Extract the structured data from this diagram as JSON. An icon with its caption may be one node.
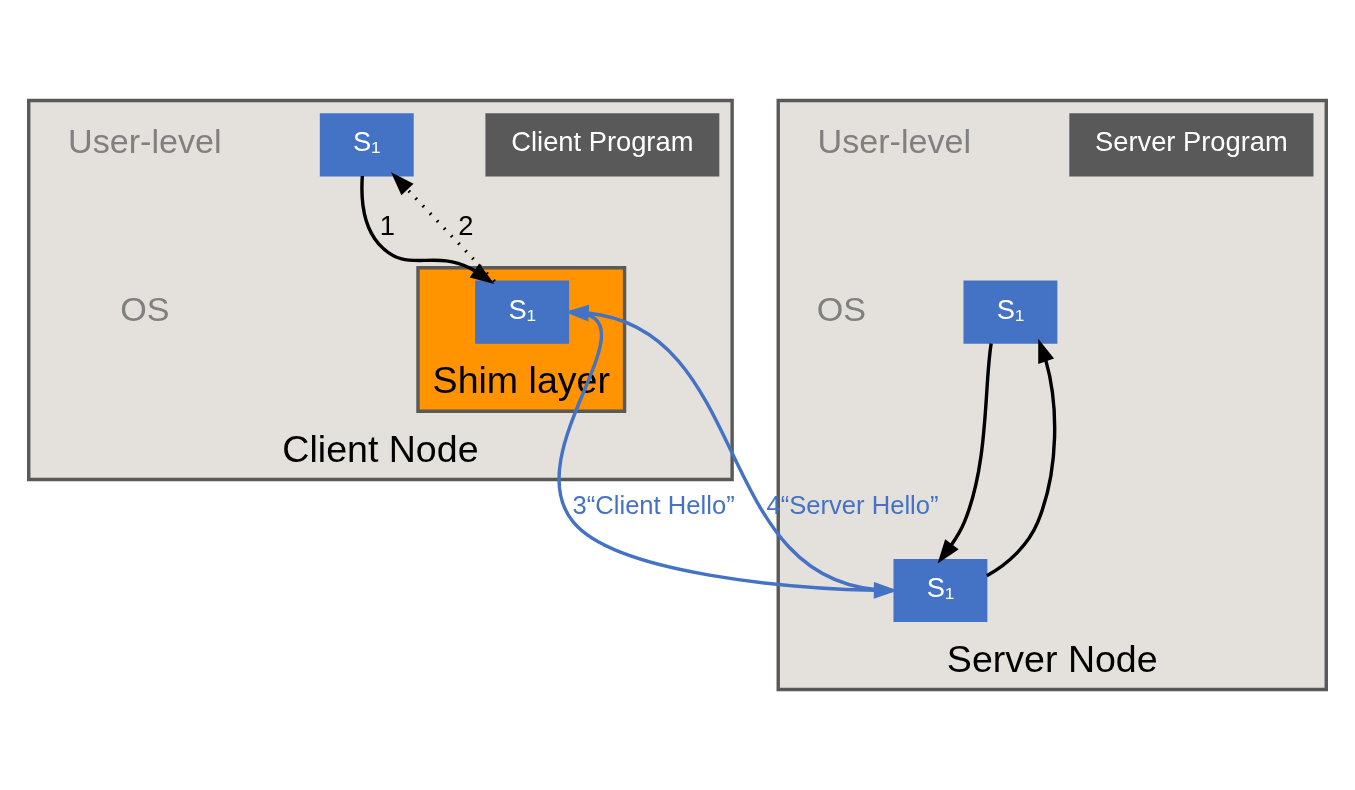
{
  "diagram": {
    "nodes": [
      {
        "text": [
          "Client Node"
        ]
      },
      {
        "text": [
          "Client Program"
        ],
        "in": 0
      },
      {
        "text": [
          "S₁"
        ],
        "in": 0
      },
      {
        "text": [
          "Shim layer"
        ],
        "in": 0
      },
      {
        "text": [
          "S₁"
        ],
        "in": 3
      },
      {
        "text": [
          "Server Node"
        ]
      },
      {
        "text": [
          "Server Program"
        ],
        "in": 5
      },
      {
        "text": [
          "S₁"
        ],
        "in": 5
      },
      {
        "text": [
          "S₁"
        ],
        "in": 5
      }
    ],
    "edges": [
      {
        "from": 2,
        "to": 4,
        "arrow": "to",
        "label": "1"
      },
      {
        "from": 4,
        "to": 2,
        "arrow": "to",
        "label": "2",
        "style": "dashed"
      },
      {
        "from": 4,
        "to": 8,
        "arrow": "to",
        "label": "3“Client Hello”",
        "color": "#4472c4"
      },
      {
        "from": 8,
        "to": 4,
        "arrow": "to",
        "label": "4“Server Hello”",
        "color": "#4472c4"
      },
      {
        "from": 8,
        "to": 7,
        "arrow": "to"
      },
      {
        "from": 7,
        "to": 8,
        "arrow": "to"
      }
    ],
    "labels": [
      "User-level",
      "OS",
      "User-level",
      "OS"
    ]
  }
}
